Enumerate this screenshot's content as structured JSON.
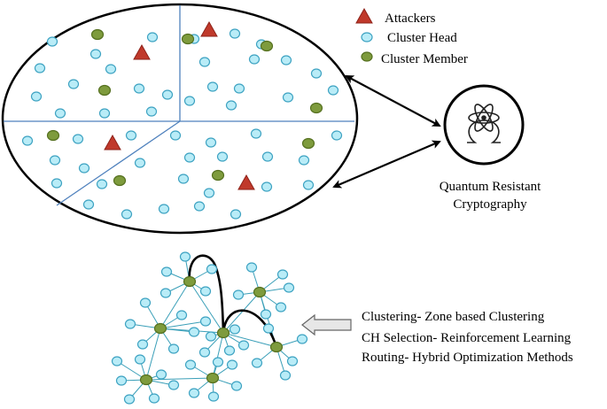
{
  "legend": {
    "attackers_label": "Attackers",
    "cluster_head_label": "Cluster Head",
    "cluster_member_label": "Cluster Member"
  },
  "crypto": {
    "line1": "Quantum Resistant",
    "line2": "Cryptography",
    "icon": "atom-omega-icon"
  },
  "methods": {
    "clustering": "Clustering- Zone based Clustering",
    "ch_selection": "CH Selection- Reinforcement Learning",
    "routing": "Routing- Hybrid Optimization Methods"
  },
  "colors": {
    "cluster_head": "#b9ecf7",
    "cluster_head_stroke": "#3ea3c2",
    "cluster_member": "#7e9b3d",
    "cluster_member_stroke": "#55701f",
    "attacker": "#c0392b",
    "attacker_stroke": "#8e2219",
    "zone_line": "#4f81bd",
    "network_edge": "#3a9fb8",
    "arrow": "#000000"
  }
}
